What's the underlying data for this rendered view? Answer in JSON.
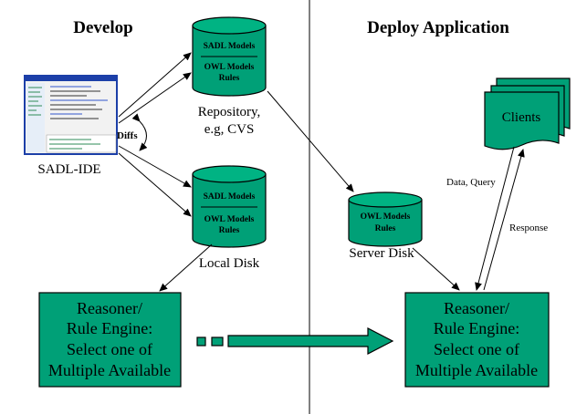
{
  "headings": {
    "develop": "Develop",
    "deploy": "Deploy Application"
  },
  "ide": {
    "label": "SADL-IDE",
    "diffs": "Diffs"
  },
  "repository": {
    "line1": "SADL Models",
    "line2": "OWL Models",
    "line3": "Rules",
    "caption1": "Repository,",
    "caption2": "e.g, CVS"
  },
  "local_disk": {
    "line1": "SADL Models",
    "line2": "OWL Models",
    "line3": "Rules",
    "caption": "Local Disk"
  },
  "server_disk": {
    "line1": "OWL Models",
    "line2": "Rules",
    "caption": "Server Disk"
  },
  "clients": {
    "label": "Clients"
  },
  "links": {
    "data_query": "Data, Query",
    "response": "Response"
  },
  "reasoner_left": {
    "l1": "Reasoner/",
    "l2": "Rule Engine:",
    "l3": "Select one of",
    "l4": "Multiple Available"
  },
  "reasoner_right": {
    "l1": "Reasoner/",
    "l2": "Rule Engine:",
    "l3": "Select one of",
    "l4": "Multiple Available"
  },
  "colors": {
    "green": "#00a077",
    "green_top": "#00b383",
    "ide_blue": "#1c3fa8"
  }
}
